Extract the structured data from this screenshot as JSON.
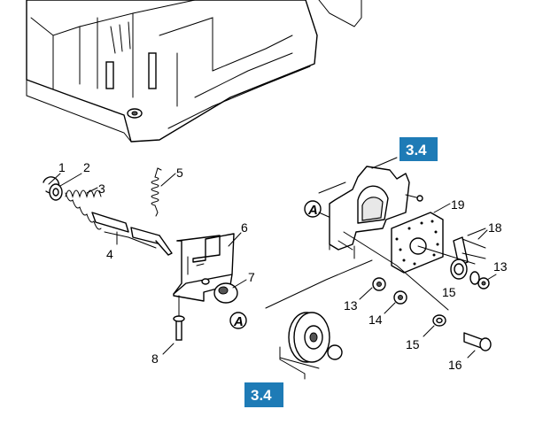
{
  "section_badges": [
    "3.4",
    "3.4"
  ],
  "reference_markers": [
    "A",
    "A"
  ],
  "callouts": [
    "1",
    "2",
    "3",
    "4",
    "5",
    "6",
    "7",
    "8",
    "13",
    "14",
    "15",
    "16",
    "19",
    "18",
    "15",
    "13"
  ],
  "colors": {
    "badge": "#1e7bb6",
    "line": "#000000",
    "background": "#ffffff"
  }
}
